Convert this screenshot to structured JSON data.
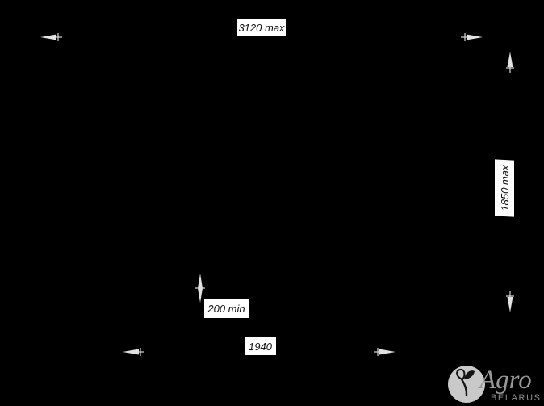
{
  "drawing": {
    "type": "technical-dimension-drawing",
    "dim_overall_width": "3120 max",
    "dim_overall_height": "1850 max",
    "dim_ground_clearance": "200 min",
    "dim_track_width": "1940"
  },
  "logo": {
    "brand": "Agro",
    "country": "BELARUS",
    "icon": "sprout-icon"
  },
  "icons": [
    "arrowhead-left-icon",
    "arrowhead-right-icon",
    "arrowhead-up-icon",
    "arrowhead-down-icon",
    "double-arrow-vertical-icon",
    "sprout-icon"
  ],
  "colors": {
    "background": "#000000",
    "dim_box_bg": "#ffffff",
    "dim_text": "#111111",
    "arrow": "#e2e2e2",
    "logo_circle": "#c9c9c9",
    "logo_sprout": "#151515",
    "logo_text": "#969696"
  }
}
